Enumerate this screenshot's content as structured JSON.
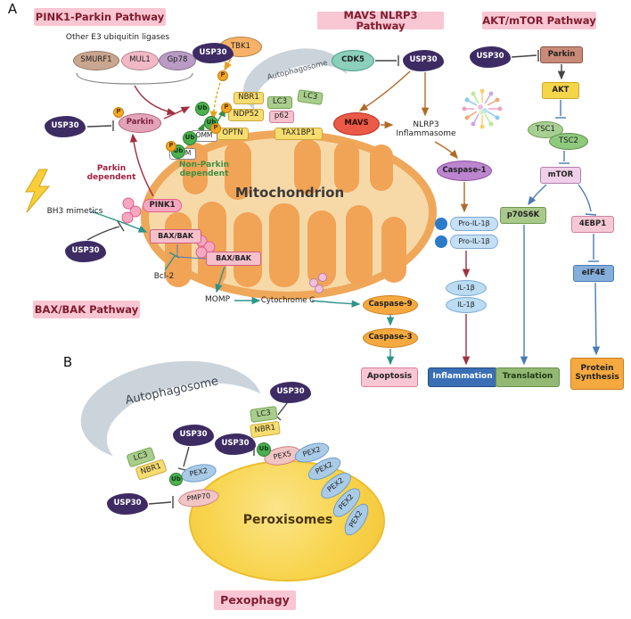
{
  "colors": {
    "header_bg": "#F9C6D3",
    "header_text": "#7E1C2E",
    "usp30_fill": "#3D2C63",
    "activation_teal": "#2E9488",
    "activation_dark_red": "#A03040",
    "activation_brown": "#B06A28",
    "activation_blue": "#4A7BB5",
    "non_parkin_green": "#3E8E41",
    "mitochondrion_fill": "#EFA75A",
    "peroxisome_fill": "#F8D44C",
    "autophagosome_fill": "#CBD3DB"
  },
  "panel_labels": {
    "a": "A",
    "b": "B"
  },
  "headers": {
    "pink1": "PINK1-Parkin Pathway",
    "mavs": "MAVS NLRP3 Pathway",
    "akt": "AKT/mTOR Pathway",
    "baxbak": "BAX/BAK Pathway",
    "pexophagy": "Pexophagy"
  },
  "shared": {
    "usp30": "USP30",
    "ub": "Ub",
    "p": "P",
    "lc3": "LC3",
    "nbr1": "NBR1",
    "pex2": "PEX2",
    "omm": "OMM",
    "baxbak": "BAX/BAK",
    "autophagosome": "Autophagosome",
    "parkin": "Parkin"
  },
  "pink1": {
    "other_e3": "Other E3 ubiquitin ligases",
    "smurf1": "SMURF1",
    "mul1": "MUL1",
    "gp78": "Gp78",
    "tbk1": "TBK1",
    "ndp52": "NDP52",
    "p62": "p62",
    "optn": "OPTN",
    "tax1bp1": "TAX1BP1",
    "parkin_dependent": "Parkin dependent",
    "non_parkin_dependent": "Non-Parkin dependent",
    "pink1": "PINK1",
    "mitochondrion": "Mitochondrion"
  },
  "baxbak": {
    "bh3_mimetics": "BH3 mimetics",
    "bcl2": "Bcl-2",
    "momp": "MOMP",
    "cytochrome_c": "Cytochrome C",
    "caspase9": "Caspase-9",
    "caspase3": "Caspase-3",
    "apoptosis": "Apoptosis"
  },
  "mavs": {
    "cdk5": "CDK5",
    "mavs": "MAVS",
    "nlrp3": "NLRP3 Inflammasome",
    "caspase1": "Caspase-1",
    "pro_il1b": "Pro-IL-1β",
    "il1b": "IL-1β",
    "inflammation": "Inflammation"
  },
  "akt": {
    "akt": "AKT",
    "tsc1": "TSC1",
    "tsc2": "TSC2",
    "mtor": "mTOR",
    "p70s6k": "p70S6K",
    "ebp1": "4EBP1",
    "eif4e": "eIF4E",
    "translation": "Translation",
    "protein_synthesis": "Protein Synthesis"
  },
  "panel_b": {
    "pex5": "PEX5",
    "pmp70": "PMP70",
    "peroxisomes": "Peroxisomes"
  }
}
